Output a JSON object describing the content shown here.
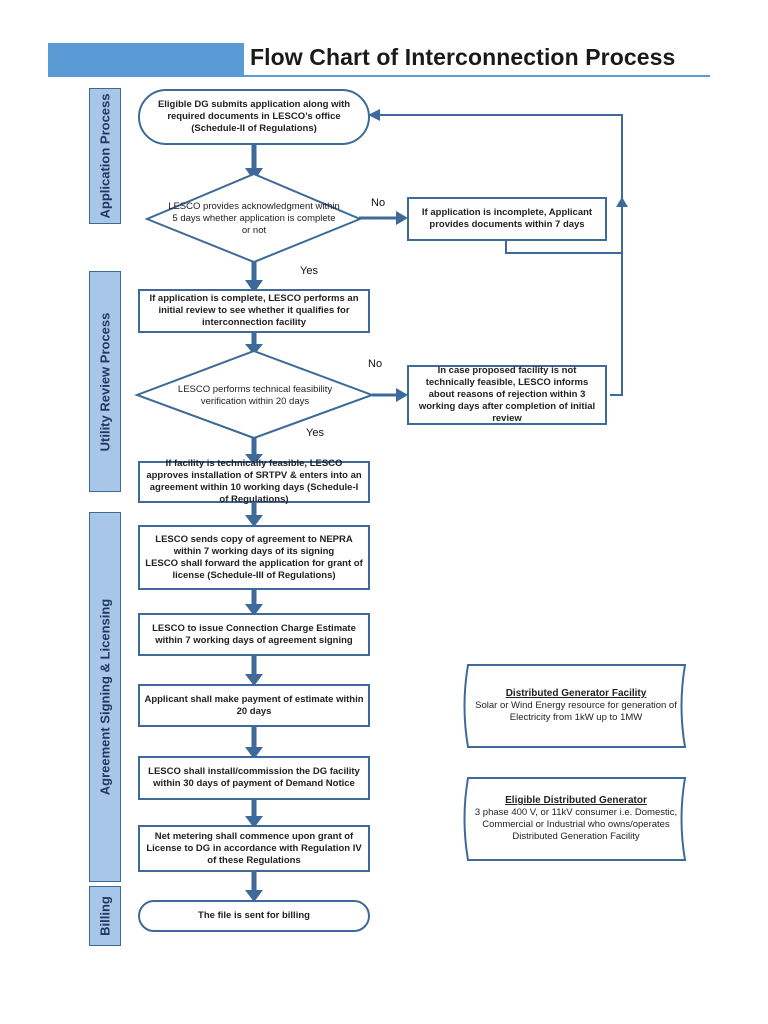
{
  "title": "Flow Chart of Interconnection Process",
  "phases": {
    "application": "Application Process",
    "utility": "Utility Review Process",
    "agreement": "Agreement Signing & Licensing",
    "billing": "Billing"
  },
  "nodes": {
    "start": "Eligible DG submits application along with required documents in LESCO’s office (Schedule-II of Regulations)",
    "decision1": "LESCO provides acknowledgment within 5 days whether application is complete or not",
    "incomplete": "If application is incomplete, Applicant provides documents within 7 days",
    "review": "If application is complete, LESCO performs an initial review to see whether it qualifies for interconnection facility",
    "decision2": "LESCO performs technical feasibility verification within 20 days",
    "rejection": "In case proposed facility is not technically feasible, LESCO informs about reasons of rejection within 3 working days after completion of initial review",
    "approve": "If facility is technically feasible, LESCO approves installation of SRTPV & enters into an agreement within 10 working days (Schedule-I of Regulations)",
    "nepra_1": "LESCO sends copy of agreement to NEPRA within 7 working days of its signing",
    "nepra_2": "LESCO shall forward the application for grant of license (Schedule-III of Regulations)",
    "estimate": "LESCO to issue Connection Charge Estimate within 7 working days of agreement signing",
    "payment": "Applicant shall make payment of estimate within 20 days",
    "install": "LESCO shall install/commission the DG facility within 30 days of payment of Demand Notice",
    "metering": "Net metering shall commence upon grant of License to DG in accordance with Regulation IV of these Regulations",
    "billing_end": "The file is sent for billing"
  },
  "edge_labels": {
    "no1": "No",
    "yes1": "Yes",
    "no2": "No",
    "yes2": "Yes"
  },
  "info": {
    "dgf_title": "Distributed Generator Facility",
    "dgf_text": "Solar or Wind Energy resource for generation of Electricity from 1kW up to 1MW",
    "edg_title": "Eligible Distributed Generator",
    "edg_text": "3 phase 400 V, or 11kV consumer i.e. Domestic, Commercial or Industrial who owns/operates Distributed Generation Facility"
  },
  "colors": {
    "accent": "#5b9bd5",
    "border": "#3d6a98",
    "phase_fill": "#a8c6e8",
    "phase_text": "#1f3864"
  }
}
